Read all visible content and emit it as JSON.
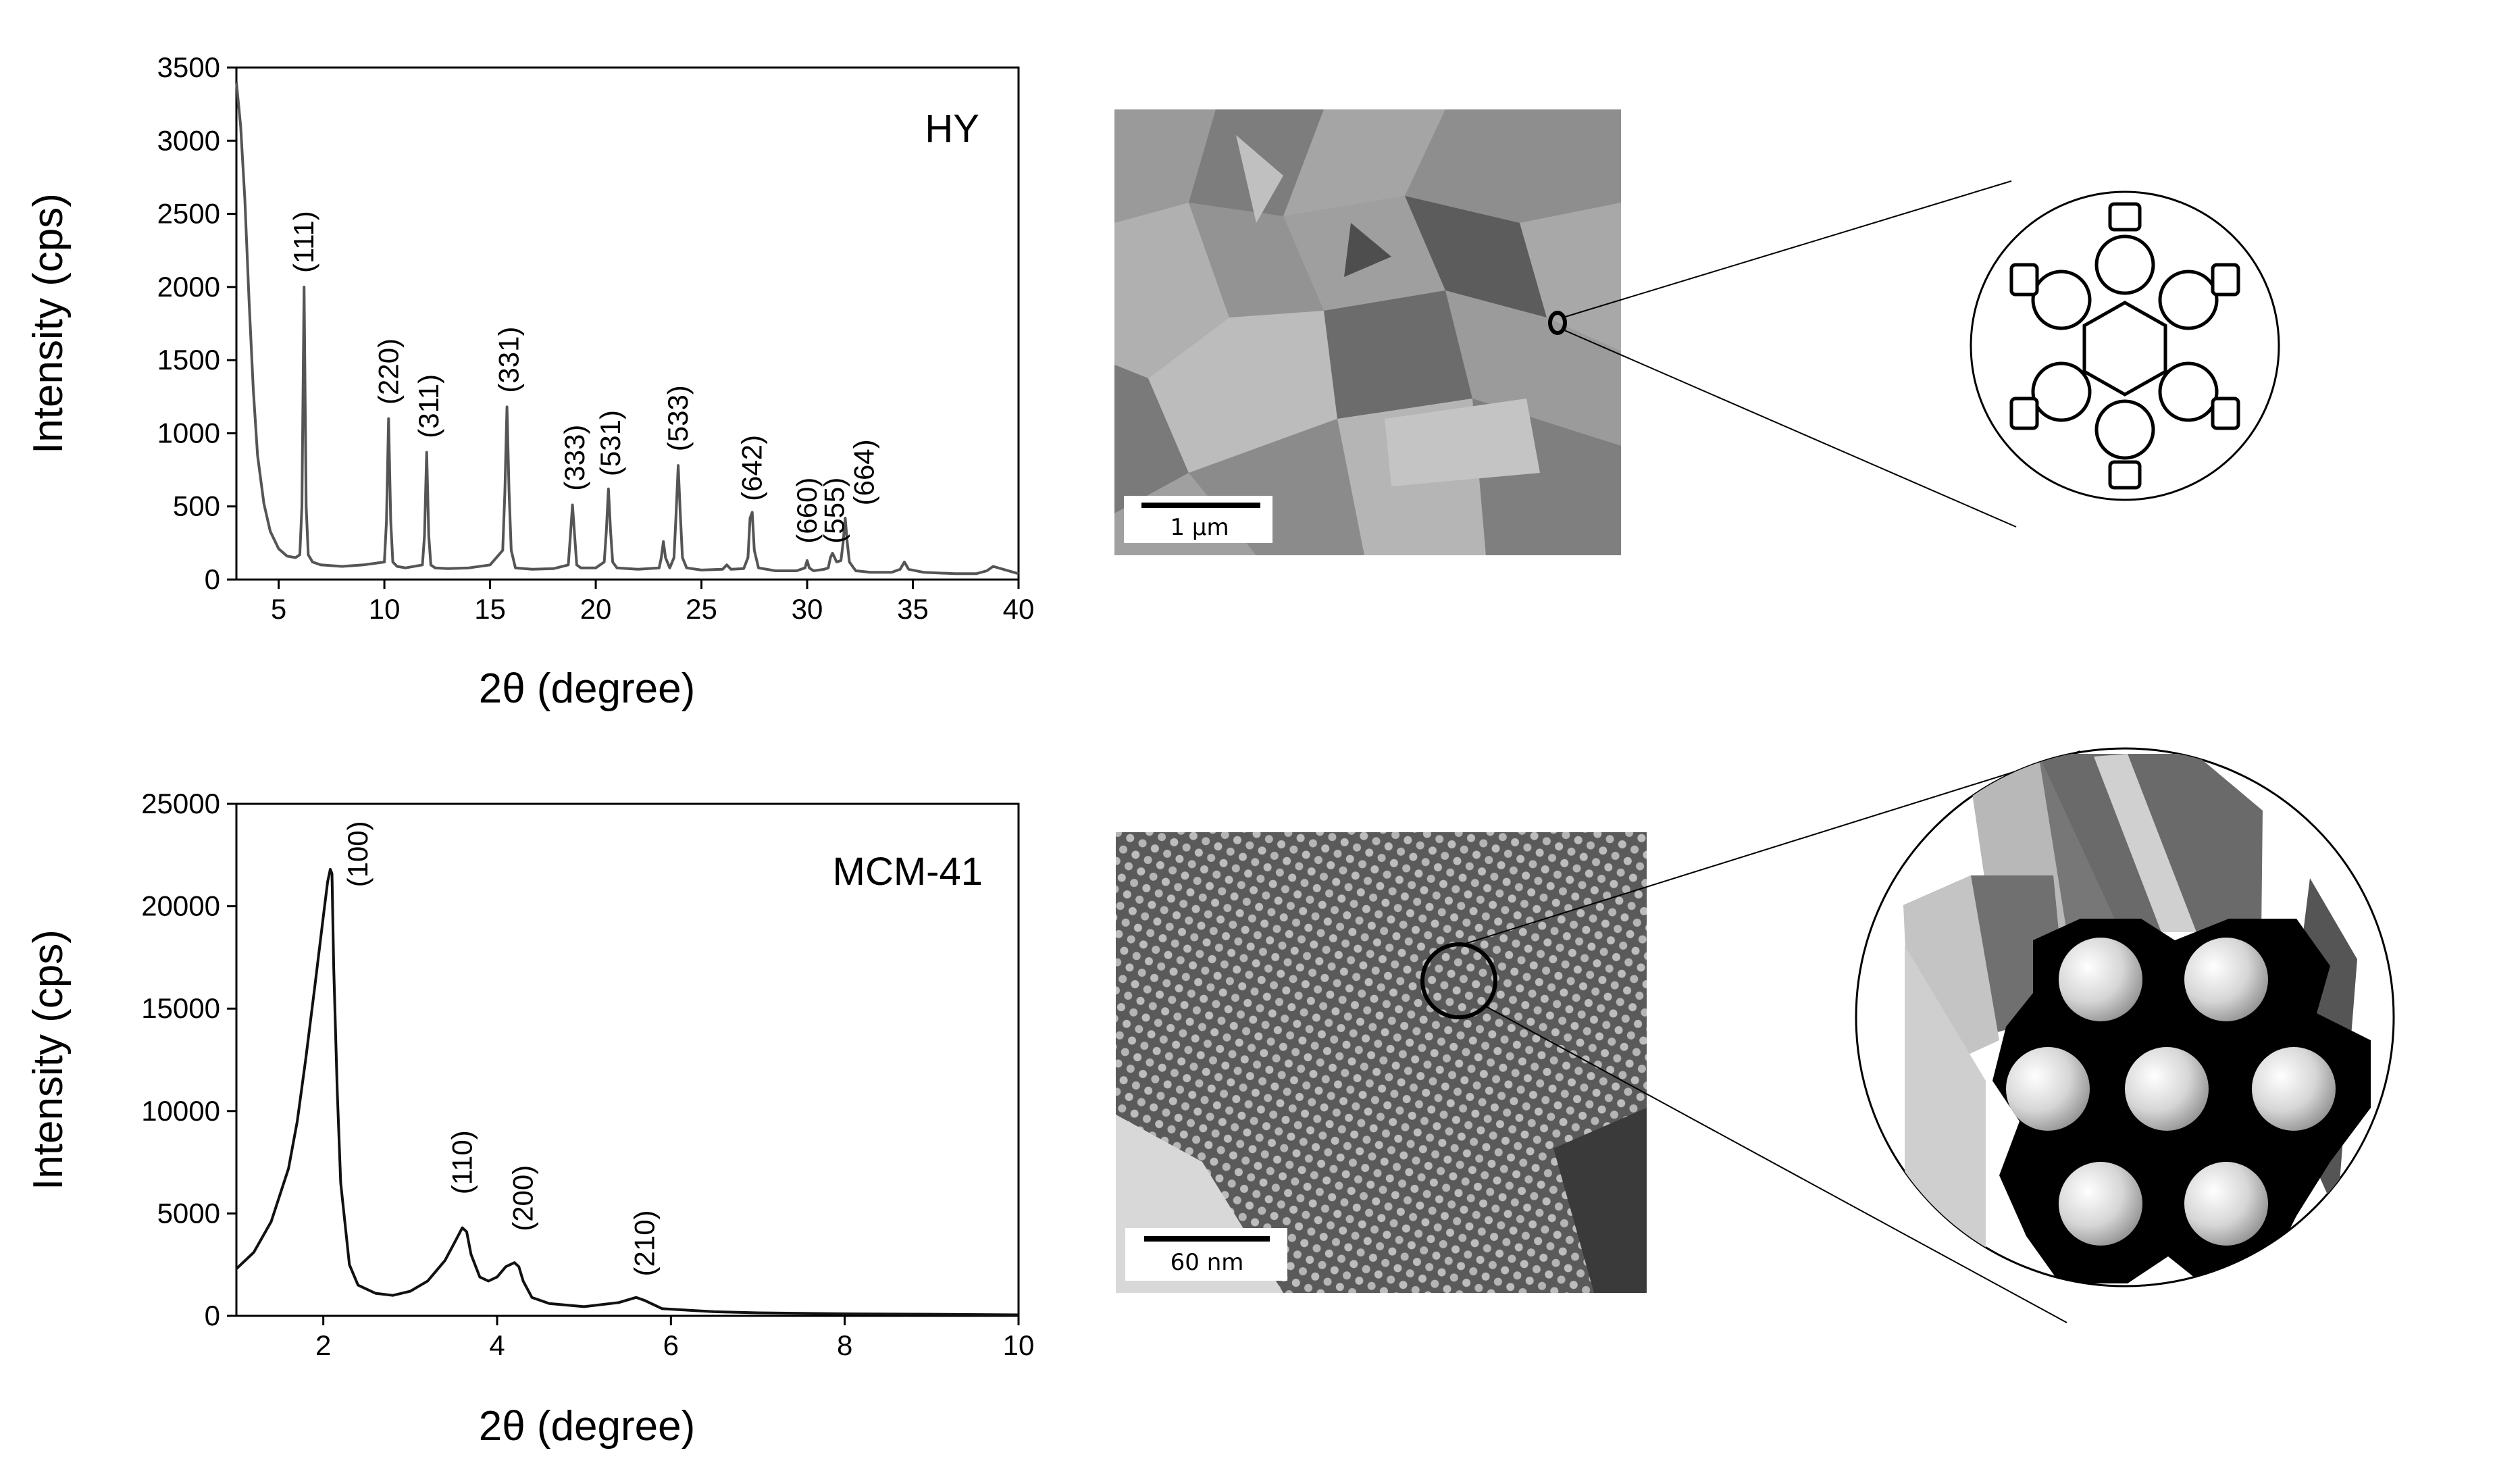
{
  "chart_data": [
    {
      "type": "line",
      "panel_label": "HY",
      "xlabel": "2θ (degree)",
      "ylabel": "Intensity (cps)",
      "xlim": [
        3,
        40
      ],
      "ylim": [
        0,
        3500
      ],
      "xticks": [
        "5",
        "10",
        "15",
        "20",
        "25",
        "30",
        "35",
        "40"
      ],
      "yticks": [
        "0",
        "500",
        "1000",
        "1500",
        "2000",
        "2500",
        "3000",
        "3500"
      ],
      "series": [
        {
          "x": [
            3.0,
            3.2,
            3.4,
            3.6,
            3.8,
            4.0,
            4.3,
            4.6,
            5.0,
            5.4,
            5.8,
            6.0,
            6.1,
            6.2,
            6.3,
            6.4,
            6.6,
            7.0,
            8.0,
            9.0,
            10.0,
            10.1,
            10.2,
            10.3,
            10.4,
            10.6,
            11.0,
            11.8,
            11.9,
            12.0,
            12.1,
            12.2,
            12.4,
            13.0,
            14.0,
            15.0,
            15.6,
            15.7,
            15.8,
            15.9,
            16.0,
            16.2,
            17.0,
            18.0,
            18.7,
            18.8,
            18.9,
            19.0,
            19.1,
            19.3,
            20.0,
            20.4,
            20.5,
            20.6,
            20.7,
            20.8,
            21.0,
            22.0,
            23.0,
            23.1,
            23.2,
            23.3,
            23.5,
            23.7,
            23.8,
            23.9,
            24.0,
            24.1,
            24.3,
            25.0,
            26.0,
            26.2,
            26.4,
            27.0,
            27.2,
            27.3,
            27.4,
            27.5,
            27.7,
            28.5,
            29.5,
            29.9,
            30.0,
            30.1,
            30.3,
            30.8,
            31.0,
            31.1,
            31.2,
            31.4,
            31.6,
            31.7,
            31.8,
            31.9,
            32.0,
            32.3,
            33.0,
            34.0,
            34.4,
            34.6,
            34.8,
            35.5,
            37.0,
            38.0,
            38.5,
            38.8,
            40.0
          ],
          "y": [
            3400,
            3100,
            2600,
            1900,
            1300,
            850,
            520,
            330,
            210,
            160,
            150,
            170,
            500,
            2000,
            500,
            170,
            120,
            100,
            90,
            100,
            120,
            400,
            1100,
            400,
            120,
            90,
            80,
            100,
            300,
            870,
            300,
            100,
            80,
            75,
            80,
            100,
            200,
            600,
            1180,
            600,
            200,
            80,
            70,
            75,
            100,
            300,
            510,
            300,
            100,
            80,
            80,
            120,
            330,
            620,
            330,
            120,
            80,
            70,
            80,
            150,
            260,
            150,
            80,
            150,
            450,
            780,
            450,
            150,
            80,
            65,
            70,
            100,
            70,
            75,
            150,
            420,
            460,
            200,
            80,
            60,
            60,
            80,
            130,
            80,
            60,
            70,
            80,
            150,
            180,
            120,
            130,
            250,
            420,
            250,
            120,
            60,
            50,
            50,
            70,
            120,
            70,
            50,
            40,
            40,
            60,
            90,
            40
          ]
        }
      ],
      "annotations": [
        {
          "label": "(111)",
          "x": 6.2,
          "y": 2050
        },
        {
          "label": "(220)",
          "x": 10.2,
          "y": 1150
        },
        {
          "label": "(311)",
          "x": 12.1,
          "y": 920
        },
        {
          "label": "(331)",
          "x": 15.9,
          "y": 1230
        },
        {
          "label": "(333)",
          "x": 19.0,
          "y": 560
        },
        {
          "label": "(531)",
          "x": 20.7,
          "y": 660
        },
        {
          "label": "(533)",
          "x": 23.9,
          "y": 830
        },
        {
          "label": "(642)",
          "x": 27.4,
          "y": 490
        },
        {
          "label": "(660)",
          "x": 30.0,
          "y": 200
        },
        {
          "label": "(555)",
          "x": 31.3,
          "y": 200
        },
        {
          "label": "(664)",
          "x": 32.7,
          "y": 460
        }
      ]
    },
    {
      "type": "line",
      "panel_label": "MCM-41",
      "xlabel": "2θ (degree)",
      "ylabel": "Intensity (cps)",
      "xlim": [
        1,
        10
      ],
      "ylim": [
        0,
        25000
      ],
      "xticks": [
        "2",
        "4",
        "6",
        "8",
        "10"
      ],
      "yticks": [
        "0",
        "5000",
        "10000",
        "15000",
        "20000",
        "25000"
      ],
      "series": [
        {
          "x": [
            1.0,
            1.2,
            1.4,
            1.6,
            1.7,
            1.8,
            1.9,
            2.0,
            2.05,
            2.08,
            2.1,
            2.12,
            2.16,
            2.2,
            2.3,
            2.4,
            2.6,
            2.8,
            3.0,
            3.2,
            3.4,
            3.5,
            3.6,
            3.65,
            3.7,
            3.8,
            3.9,
            4.0,
            4.1,
            4.2,
            4.25,
            4.3,
            4.4,
            4.6,
            5.0,
            5.4,
            5.6,
            5.7,
            5.9,
            6.5,
            7.0,
            8.0,
            9.0,
            10.0
          ],
          "y": [
            2300,
            3100,
            4600,
            7200,
            9500,
            12600,
            16000,
            19500,
            21200,
            21800,
            21600,
            17000,
            11000,
            6500,
            2500,
            1500,
            1100,
            1000,
            1200,
            1700,
            2700,
            3500,
            4300,
            4100,
            3000,
            1900,
            1700,
            1900,
            2400,
            2600,
            2400,
            1700,
            900,
            600,
            450,
            650,
            900,
            750,
            350,
            200,
            150,
            100,
            80,
            50
          ]
        }
      ],
      "annotations": [
        {
          "label": "(100)",
          "x": 2.4,
          "y": 20600
        },
        {
          "label": "(110)",
          "x": 3.6,
          "y": 5600
        },
        {
          "label": "(200)",
          "x": 4.3,
          "y": 3800
        },
        {
          "label": "(210)",
          "x": 5.7,
          "y": 1600
        }
      ]
    }
  ],
  "images": {
    "sem": {
      "scale_label": "1 µm"
    },
    "tem": {
      "scale_label": "60 nm"
    }
  },
  "colors": {
    "hy_trace": "#555555",
    "mcm_trace": "#111111",
    "sem_background": "#8c8c8c",
    "tem_background": "#6e6e6e",
    "pore_gray_dark": "#6a6a6a",
    "pore_gray_light": "#c8c8c8"
  },
  "icons": [
    "faujasite-cage-schematic",
    "hexagonal-pore-schematic"
  ]
}
